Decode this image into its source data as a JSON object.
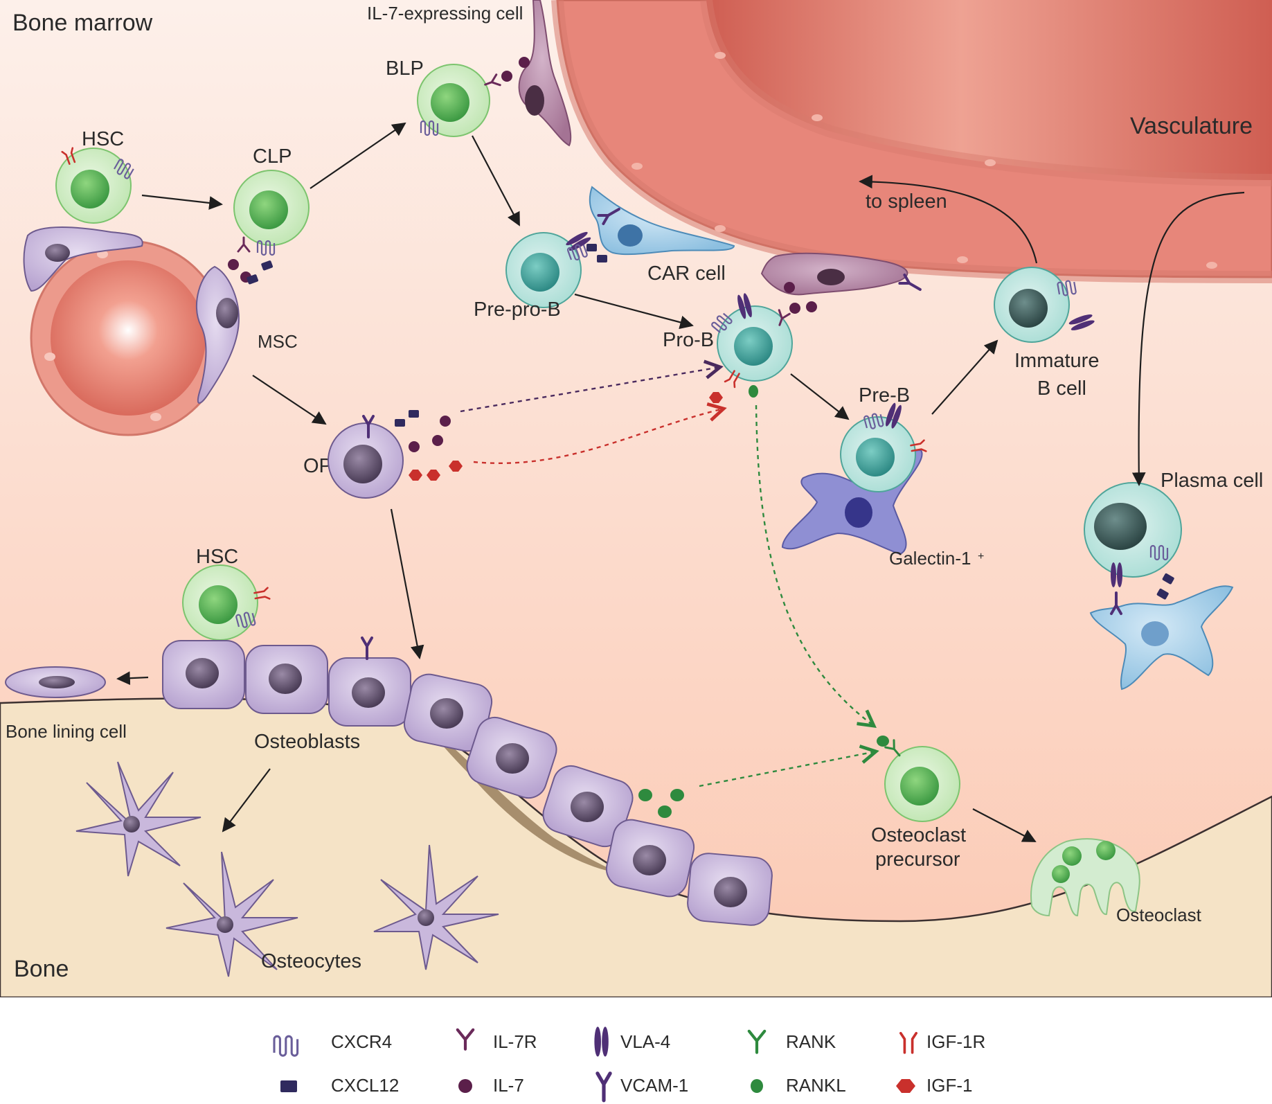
{
  "regions": {
    "bone_marrow": "Bone marrow",
    "bone": "Bone",
    "vasculature": "Vasculature"
  },
  "labels": {
    "il7_cell": "IL-7-expressing cell",
    "blp": "BLP",
    "hsc_top": "HSC",
    "clp": "CLP",
    "msc": "MSC",
    "pre_pro_b": "Pre-pro-B",
    "car_cell": "CAR cell",
    "pro_b": "Pro-B",
    "to_spleen": "to spleen",
    "immature_b_1": "Immature",
    "immature_b_2": "B cell",
    "pre_b": "Pre-B",
    "op": "OP",
    "galectin": "Galectin-1",
    "galectin_sup": "+",
    "plasma_cell": "Plasma cell",
    "hsc_bottom": "HSC",
    "bone_lining": "Bone lining cell",
    "osteoblasts": "Osteoblasts",
    "osteocytes": "Osteocytes",
    "osteoclast_precursor_1": "Osteoclast",
    "osteoclast_precursor_2": "precursor",
    "osteoclast": "Osteoclast"
  },
  "legend": [
    {
      "icon": "cxcr4-icon",
      "label": "CXCR4"
    },
    {
      "icon": "il7r-icon",
      "label": "IL-7R"
    },
    {
      "icon": "vla4-icon",
      "label": "VLA-4"
    },
    {
      "icon": "rank-icon",
      "label": "RANK"
    },
    {
      "icon": "igf1r-icon",
      "label": "IGF-1R"
    },
    {
      "icon": "cxcl12-icon",
      "label": "CXCL12"
    },
    {
      "icon": "il7-icon",
      "label": "IL-7"
    },
    {
      "icon": "vcam1-icon",
      "label": "VCAM-1"
    },
    {
      "icon": "rankl-icon",
      "label": "RANKL"
    },
    {
      "icon": "igf1-icon",
      "label": "IGF-1"
    }
  ],
  "colors": {
    "marrow_bg": "#fbd3c2",
    "bone_bg": "#f4e2c6",
    "vessel": "#d66a5c",
    "stem_cell": "#8fd07f",
    "b_cell": "#5fb8ac",
    "stromal": "#8f78b0",
    "cxcl12": "#2f2a5e",
    "il7": "#5b1f4a",
    "igf1": "#c9302c",
    "rankl": "#2e8a3e"
  }
}
